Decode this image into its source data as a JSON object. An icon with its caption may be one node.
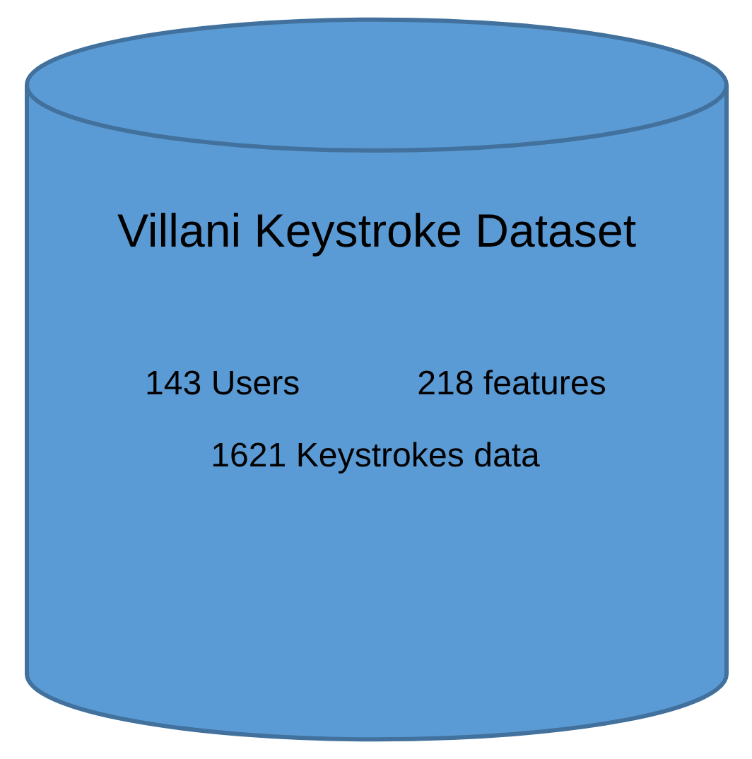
{
  "diagram": {
    "nodes": [
      {
        "text": [
          "Villani Keystroke Dataset",
          "143 Users",
          "218 features",
          "1621 Keystrokes data"
        ]
      }
    ]
  }
}
